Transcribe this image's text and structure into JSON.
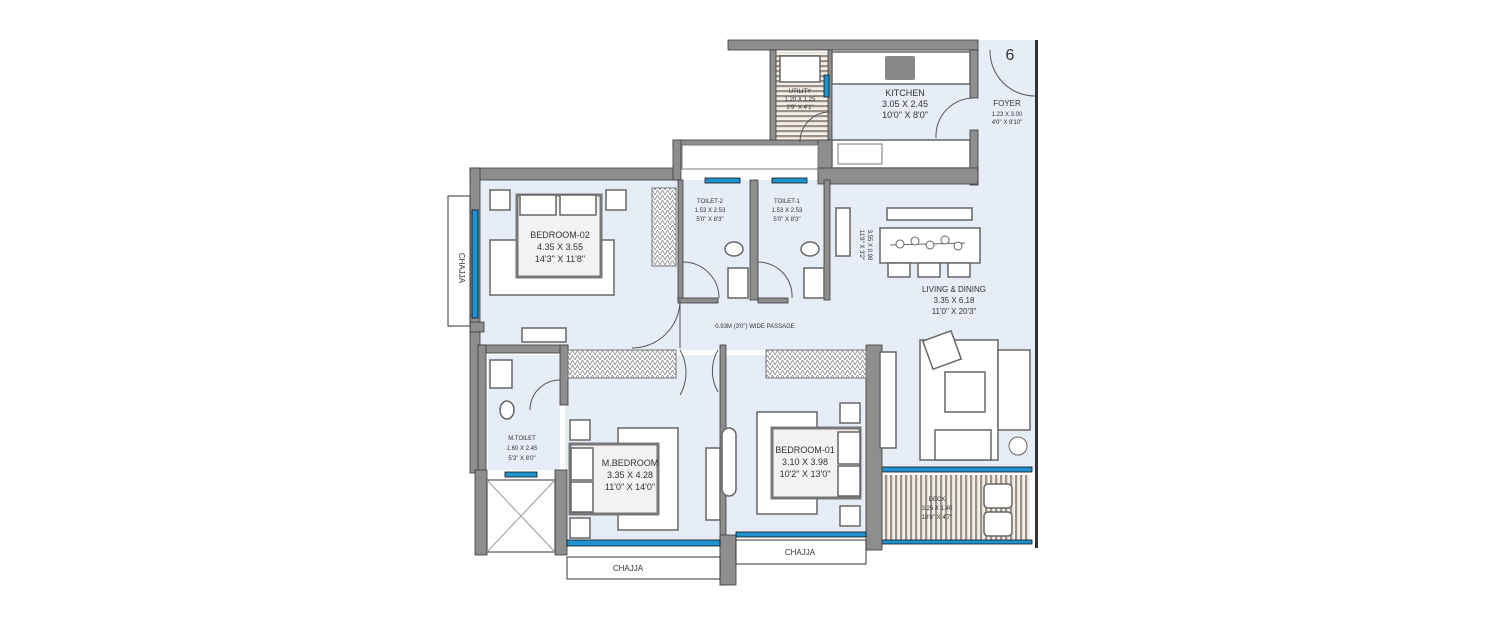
{
  "plan": {
    "unit_number": "6",
    "colors": {
      "wall": "#8e8e8e",
      "floor": "#e6edf7",
      "window": "#1f93cf",
      "deck": "#9a928a"
    },
    "rooms": {
      "kitchen": {
        "name": "KITCHEN",
        "metric": "3.05 X 2.45",
        "imperial": "10'0\" X 8'0\""
      },
      "utility": {
        "name": "UTILITY",
        "metric": "1.20 X 1.25",
        "imperial": "3'9\" X 4'1\""
      },
      "foyer": {
        "name": "FOYER",
        "metric": "1.23 X 3.00",
        "imperial": "4'0\" X 9'10\""
      },
      "bedroom02": {
        "name": "BEDROOM-02",
        "metric": "4.35 X 3.55",
        "imperial": "14'3\" X 11'8\""
      },
      "toilet2": {
        "name": "TOILET-2",
        "metric": "1.53 X 2.53",
        "imperial": "5'0\" X 8'3\""
      },
      "toilet1": {
        "name": "TOILET-1",
        "metric": "1.53 X 2.53",
        "imperial": "5'0\" X 8'3\""
      },
      "living": {
        "name": "LIVING & DINING",
        "metric": "3.35 X 6.18",
        "imperial": "11'0\" X 20'3\""
      },
      "living_niche": {
        "metric": "3.55 X 0.98",
        "imperial": "11'8\" X 3'2\""
      },
      "passage": {
        "name": "0.93M (3'0\") WIDE PASSAGE"
      },
      "mtoilet": {
        "name": "M.TOILET",
        "metric": "1.60 X 2.45",
        "imperial": "5'3\" X 8'0\""
      },
      "mbedroom": {
        "name": "M.BEDROOM",
        "metric": "3.35 X 4.28",
        "imperial": "11'0\" X 14'0\""
      },
      "bedroom01": {
        "name": "BEDROOM-01",
        "metric": "3.10 X 3.98",
        "imperial": "10'2\" X 13'0\""
      },
      "deck": {
        "name": "DECK",
        "metric": "3.25 X 1.40",
        "imperial": "10'8\" X 4'7\""
      }
    },
    "chajja_labels": [
      "CHAJJA",
      "CHAJJA",
      "CHAJJA"
    ]
  }
}
